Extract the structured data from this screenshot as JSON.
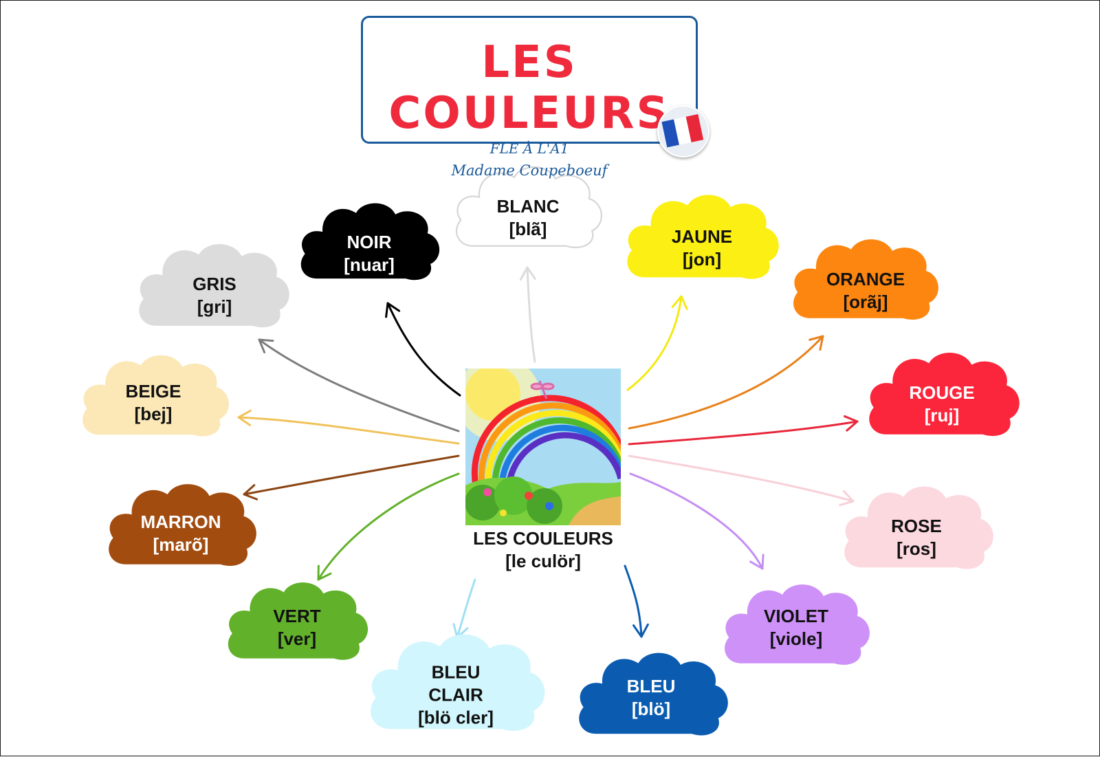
{
  "header": {
    "title": "LES COULEURS",
    "subtitle": "FLE À L'A1",
    "author": "Madame Coupeboeuf"
  },
  "center": {
    "name": "LES COULEURS",
    "pron": "[le culör]"
  },
  "colors": [
    {
      "id": "noir",
      "name": "NOIR",
      "pron": "[nuar]",
      "fill": "#000000",
      "text": "#ffffff"
    },
    {
      "id": "blanc",
      "name": "BLANC",
      "pron": "[blã]",
      "fill": "#ffffff",
      "text": "#111111"
    },
    {
      "id": "jaune",
      "name": "JAUNE",
      "pron": "[jon]",
      "fill": "#fbef13",
      "text": "#111111"
    },
    {
      "id": "gris",
      "name": "GRIS",
      "pron": "[gri]",
      "fill": "#dcdcdc",
      "text": "#111111"
    },
    {
      "id": "orange",
      "name": "ORANGE",
      "pron": "[orãj]",
      "fill": "#fc860f",
      "text": "#111111"
    },
    {
      "id": "beige",
      "name": "BEIGE",
      "pron": "[bej]",
      "fill": "#fce8b7",
      "text": "#111111"
    },
    {
      "id": "rouge",
      "name": "ROUGE",
      "pron": "[ruj]",
      "fill": "#fb263c",
      "text": "#ffffff"
    },
    {
      "id": "marron",
      "name": "MARRON",
      "pron": "[marõ]",
      "fill": "#a24c10",
      "text": "#ffffff"
    },
    {
      "id": "rose",
      "name": "ROSE",
      "pron": "[ros]",
      "fill": "#fcd8df",
      "text": "#111111"
    },
    {
      "id": "vert",
      "name": "VERT",
      "pron": "[ver]",
      "fill": "#62b12a",
      "text": "#111111"
    },
    {
      "id": "violet",
      "name": "VIOLET",
      "pron": "[viole]",
      "fill": "#cd91f8",
      "text": "#111111"
    },
    {
      "id": "bleu-clair",
      "name": "BLEU CLAIR",
      "pron": "[blö cler]",
      "fill": "#d2f6fd",
      "text": "#111111"
    },
    {
      "id": "bleu",
      "name": "BLEU",
      "pron": "[blö]",
      "fill": "#0b5cb0",
      "text": "#ffffff"
    }
  ],
  "arrow_colors": {
    "noir": "#000000",
    "blanc": "#dcdcdc",
    "jaune": "#f5e912",
    "gris": "#7d7d7d",
    "orange": "#e8811a",
    "beige": "#f0c25a",
    "rouge": "#e8273b",
    "marron": "#8b4513",
    "rose": "#f8d0d8",
    "vert": "#62b12a",
    "violet": "#c48ef2",
    "bleu-clair": "#9fe0f4",
    "bleu": "#0b5cb0"
  },
  "flag_colors": {
    "blue": "#1f4fb8",
    "white": "#ffffff",
    "red": "#e8283a"
  }
}
